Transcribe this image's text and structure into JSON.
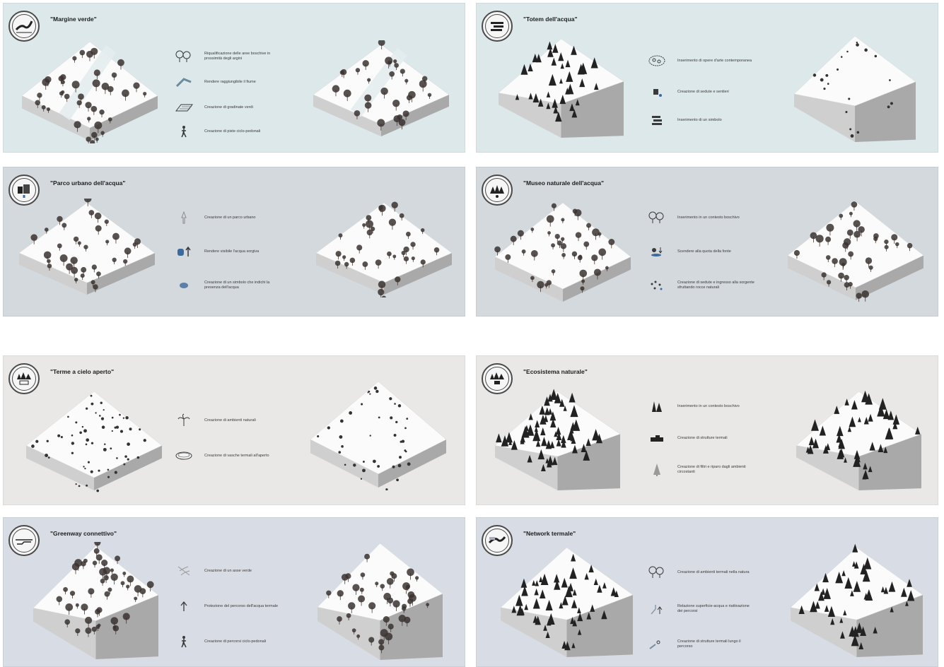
{
  "panels": [
    {
      "id": "margine-verde",
      "title": "\"Margine verde\"",
      "badge_icon": "river-icon",
      "items": [
        {
          "icon": "trees-icon",
          "text": "Riqualificazione delle aree boschive in prossimità degli argini"
        },
        {
          "icon": "river-access-icon",
          "text": "Rendere raggiungibile il fiume"
        },
        {
          "icon": "steps-icon",
          "text": "Creazione di gradinate verdi"
        },
        {
          "icon": "pedestrian-icon",
          "text": "Creazione di piste ciclo-pedonali"
        }
      ]
    },
    {
      "id": "totem-acqua",
      "title": "\"Totem dell'acqua\"",
      "badge_icon": "totem-icon",
      "items": [
        {
          "icon": "artwork-icon",
          "text": "Inserimento di opere d'arte contemporanea"
        },
        {
          "icon": "bench-icon",
          "text": "Creazione di sedute e sentieri"
        },
        {
          "icon": "symbol-icon",
          "text": "Inserimento di un simbolo"
        }
      ]
    },
    {
      "id": "parco-urbano",
      "title": "\"Parco urbano dell'acqua\"",
      "badge_icon": "city-water-icon",
      "items": [
        {
          "icon": "park-icon",
          "text": "Creazione di un parco urbano"
        },
        {
          "icon": "water-visible-icon",
          "text": "Rendere visibile l'acqua sorgiva"
        },
        {
          "icon": "water-symbol-icon",
          "text": "Creazione di un simbolo che indichi la presenza dell'acqua"
        }
      ]
    },
    {
      "id": "museo-naturale",
      "title": "\"Museo naturale dell'acqua\"",
      "badge_icon": "forest-water-icon",
      "items": [
        {
          "icon": "forest-path-icon",
          "text": "Inserimento in un contesto boschivo"
        },
        {
          "icon": "descent-icon",
          "text": "Scendere alla quota della fonte"
        },
        {
          "icon": "seating-icon",
          "text": "Creazione di sedute e ingresso alla sorgente sfruttando rocce naturali"
        }
      ]
    },
    {
      "id": "terme-cielo",
      "title": "\"Terme a cielo aperto\"",
      "badge_icon": "thermal-forest-icon",
      "items": [
        {
          "icon": "palm-icon",
          "text": "Creazione di ambienti naturali"
        },
        {
          "icon": "pool-icon",
          "text": "Creazione di vasche termali all'aperto"
        }
      ]
    },
    {
      "id": "ecosistema",
      "title": "\"Ecosistema naturale\"",
      "badge_icon": "ecosystem-icon",
      "items": [
        {
          "icon": "conifers-icon",
          "text": "Inserimento in un contesto boschivo"
        },
        {
          "icon": "structure-icon",
          "text": "Creazione di strutture termali"
        },
        {
          "icon": "fir-icon",
          "text": "Creazione di filtri e riparo dagli ambienti circostanti"
        }
      ]
    },
    {
      "id": "greenway",
      "title": "\"Greenway connettivo\"",
      "badge_icon": "greenway-icon",
      "items": [
        {
          "icon": "green-axis-icon",
          "text": "Creazione di un asse verde"
        },
        {
          "icon": "arrow-up-icon",
          "text": "Protezione del percorso dell'acqua termale"
        },
        {
          "icon": "walker-icon",
          "text": "Creazione di percorsi ciclo-pedonali"
        }
      ]
    },
    {
      "id": "network-termale",
      "title": "\"Network termale\"",
      "badge_icon": "network-icon",
      "items": [
        {
          "icon": "thermal-trees-icon",
          "text": "Creazione di ambienti termali nella natura"
        },
        {
          "icon": "spring-icon",
          "text": "Relazione superficie-acqua e riattivazione dei percorsi"
        },
        {
          "icon": "path-icon",
          "text": "Creazione di strutture termali lungo il percorso"
        }
      ]
    }
  ]
}
